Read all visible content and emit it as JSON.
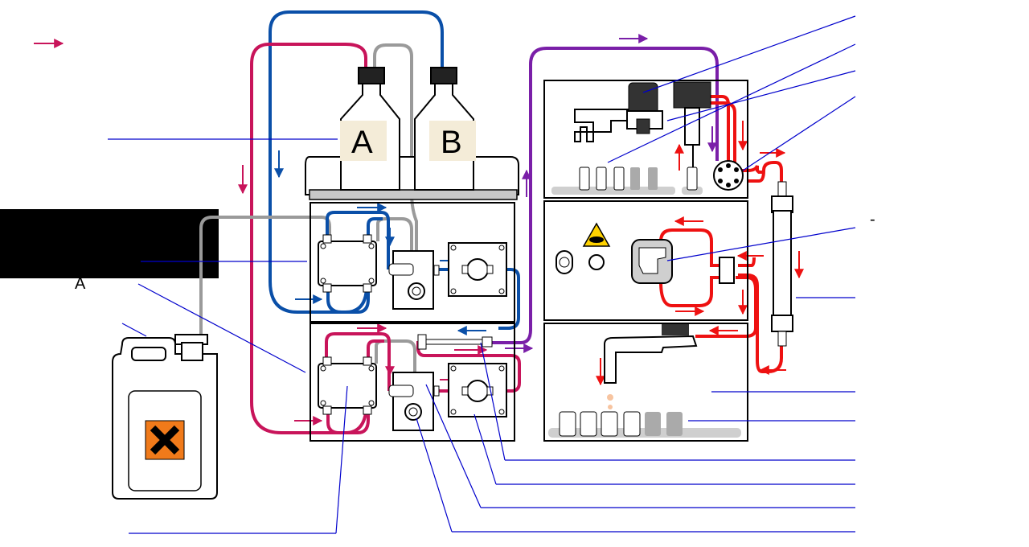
{
  "bottles": {
    "a_label": "A",
    "b_label": "B"
  },
  "side_labels": {
    "solvent_a_caption": "A",
    "dash_mark": "-"
  },
  "colors": {
    "solvent_a_line": "#c8145a",
    "solvent_b_line": "#0a4fa8",
    "mixed_line": "#7a1fa8",
    "sample_line": "#ee1111",
    "waste_line": "#9a9a9a",
    "leader_line": "#0000cc",
    "hazard_orange": "#f07a1a",
    "label_plate": "#f4ecd8"
  },
  "icons": [
    "flow-direction-arrow-icon",
    "uv-warning-icon",
    "hazard-icon"
  ]
}
